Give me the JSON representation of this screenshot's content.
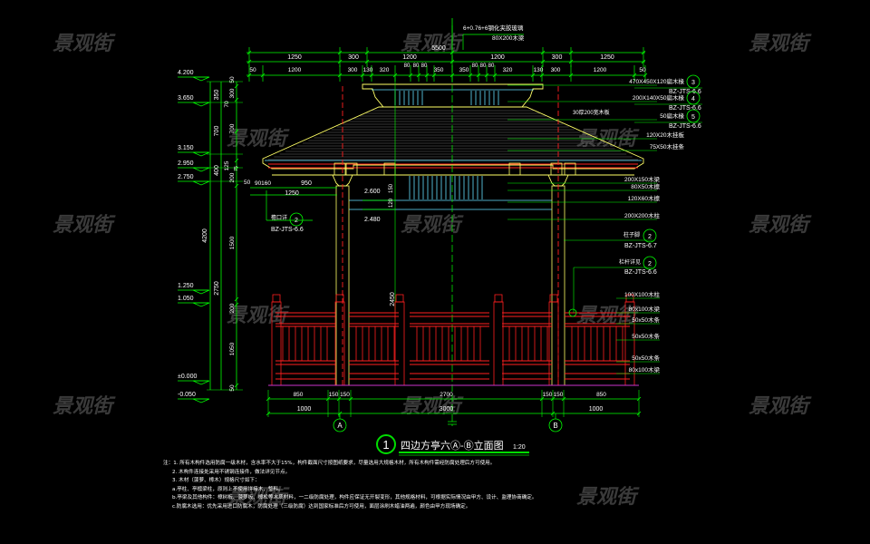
{
  "drawing": {
    "title": "四边方亭六Ⓐ-Ⓑ立面图",
    "scale": "1:20",
    "detail_number": "1",
    "axis_labels": [
      "A",
      "B"
    ],
    "watermark": "景观街",
    "colors": {
      "background": "#000000",
      "dimension": "#00ff00",
      "outline": "#ffff66",
      "structure_red": "#ff2020",
      "cyan": "#66e0ff",
      "ground": "#cc33cc",
      "text": "#ffffff"
    }
  },
  "top_dimensions": {
    "overall": "5500",
    "row1": [
      "1250",
      "300",
      "1200",
      "1200",
      "300",
      "1250"
    ],
    "row2": [
      "50",
      "1200",
      "300",
      "130",
      "320",
      "80",
      "80",
      "80",
      "350",
      "350",
      "80",
      "80",
      "80",
      "320",
      "130",
      "300",
      "1200",
      "50"
    ],
    "row2_small": [
      "80",
      "80",
      "80"
    ]
  },
  "top_callout": {
    "line1": "6+0.76+6钢化夹胶玻璃",
    "line2": "80X200木梁"
  },
  "elevations": [
    {
      "value": "4.200"
    },
    {
      "value": "3.650"
    },
    {
      "value": "3.150"
    },
    {
      "value": "2.950"
    },
    {
      "value": "2.750"
    },
    {
      "value": "1.250"
    },
    {
      "value": "1.050"
    },
    {
      "value": "±0.000"
    },
    {
      "value": "-0.050"
    }
  ],
  "left_dimensions": {
    "outer": [
      "4200"
    ],
    "middle": [
      "350",
      "700",
      "400",
      "2750"
    ],
    "inner": [
      "50",
      "300",
      "70",
      "700",
      "125",
      "200",
      "1500",
      "200",
      "1050",
      "50"
    ],
    "small": [
      "75"
    ]
  },
  "left_inner_dims": {
    "d1": "50",
    "d2": "90160",
    "d3": "950",
    "d4": "1250"
  },
  "mid_levels": {
    "upper": "2.600",
    "lower": "2.480",
    "dim_a": "150",
    "dim_b": "120",
    "column_height": "2450"
  },
  "right_callouts": [
    {
      "text": "470X450X120扁木椽",
      "ref_num": "3",
      "ref": "BZ-JTS-6.6"
    },
    {
      "text": "200X140X50扁木椽",
      "ref_num": "4",
      "ref": "BZ-JTS-6.6"
    },
    {
      "text": "50扁木椽",
      "ref_num": "5",
      "ref": "BZ-JTS-6.6"
    },
    {
      "text": "120X20木挂板"
    },
    {
      "text": "75X50木挂条"
    },
    {
      "text": "200X150木梁"
    },
    {
      "text": "80X50木檩"
    },
    {
      "text": "120X60木檩"
    },
    {
      "text": "200X200木柱"
    },
    {
      "label": "柱子脚",
      "ref_num": "2",
      "ref": "BZ-JTS-6.7"
    },
    {
      "label": "栏杆详见",
      "ref_num": "2",
      "ref": "BZ-JTS-6.6"
    },
    {
      "text": "100X100木柱"
    },
    {
      "text": "80x100木梁"
    },
    {
      "text": "50x50木条"
    },
    {
      "text": "50x50木条"
    },
    {
      "text": "50x50木条"
    },
    {
      "text": "80x100木梁"
    }
  ],
  "inner_callout": {
    "text": "30厚200宽木板"
  },
  "left_callout": {
    "label": "檐口详",
    "ref_num": "2",
    "ref": "BZ-JTS-6.6"
  },
  "bottom_dimensions": {
    "row1": [
      "850",
      "150",
      "150",
      "2700",
      "150",
      "150",
      "850"
    ],
    "row2": [
      "1000",
      "3000",
      "1000"
    ]
  },
  "notes": [
    "注：1. 所有木构件选用防腐一级木材，含水率不大于15%，构件截面尺寸按图纸要求，尽量选用大规格木材，所有木构件需经防腐处理后方可使用。",
    "2. 木构件连接处采用不锈钢连接件，做法详见节点。",
    "3. 木材（菠萝、樟木）规格尺寸如下：",
    "a.亭柱、亭檩梁柱，原则上不使用拼接木，整料。",
    "b.亭梁及其他构件：樟树板、菠萝板、樟松等木质材料，一二级防腐处理，构件应保证无开裂变形，其他规格材料，可根据实际情况由甲方、设计、监理协商确定。",
    "c.防腐木选用：优先采用进口防腐木，防腐处理（三级防腐）达到国家标准后方可使用，面层涂刷木蜡油两遍，颜色由甲方现场确定。"
  ]
}
